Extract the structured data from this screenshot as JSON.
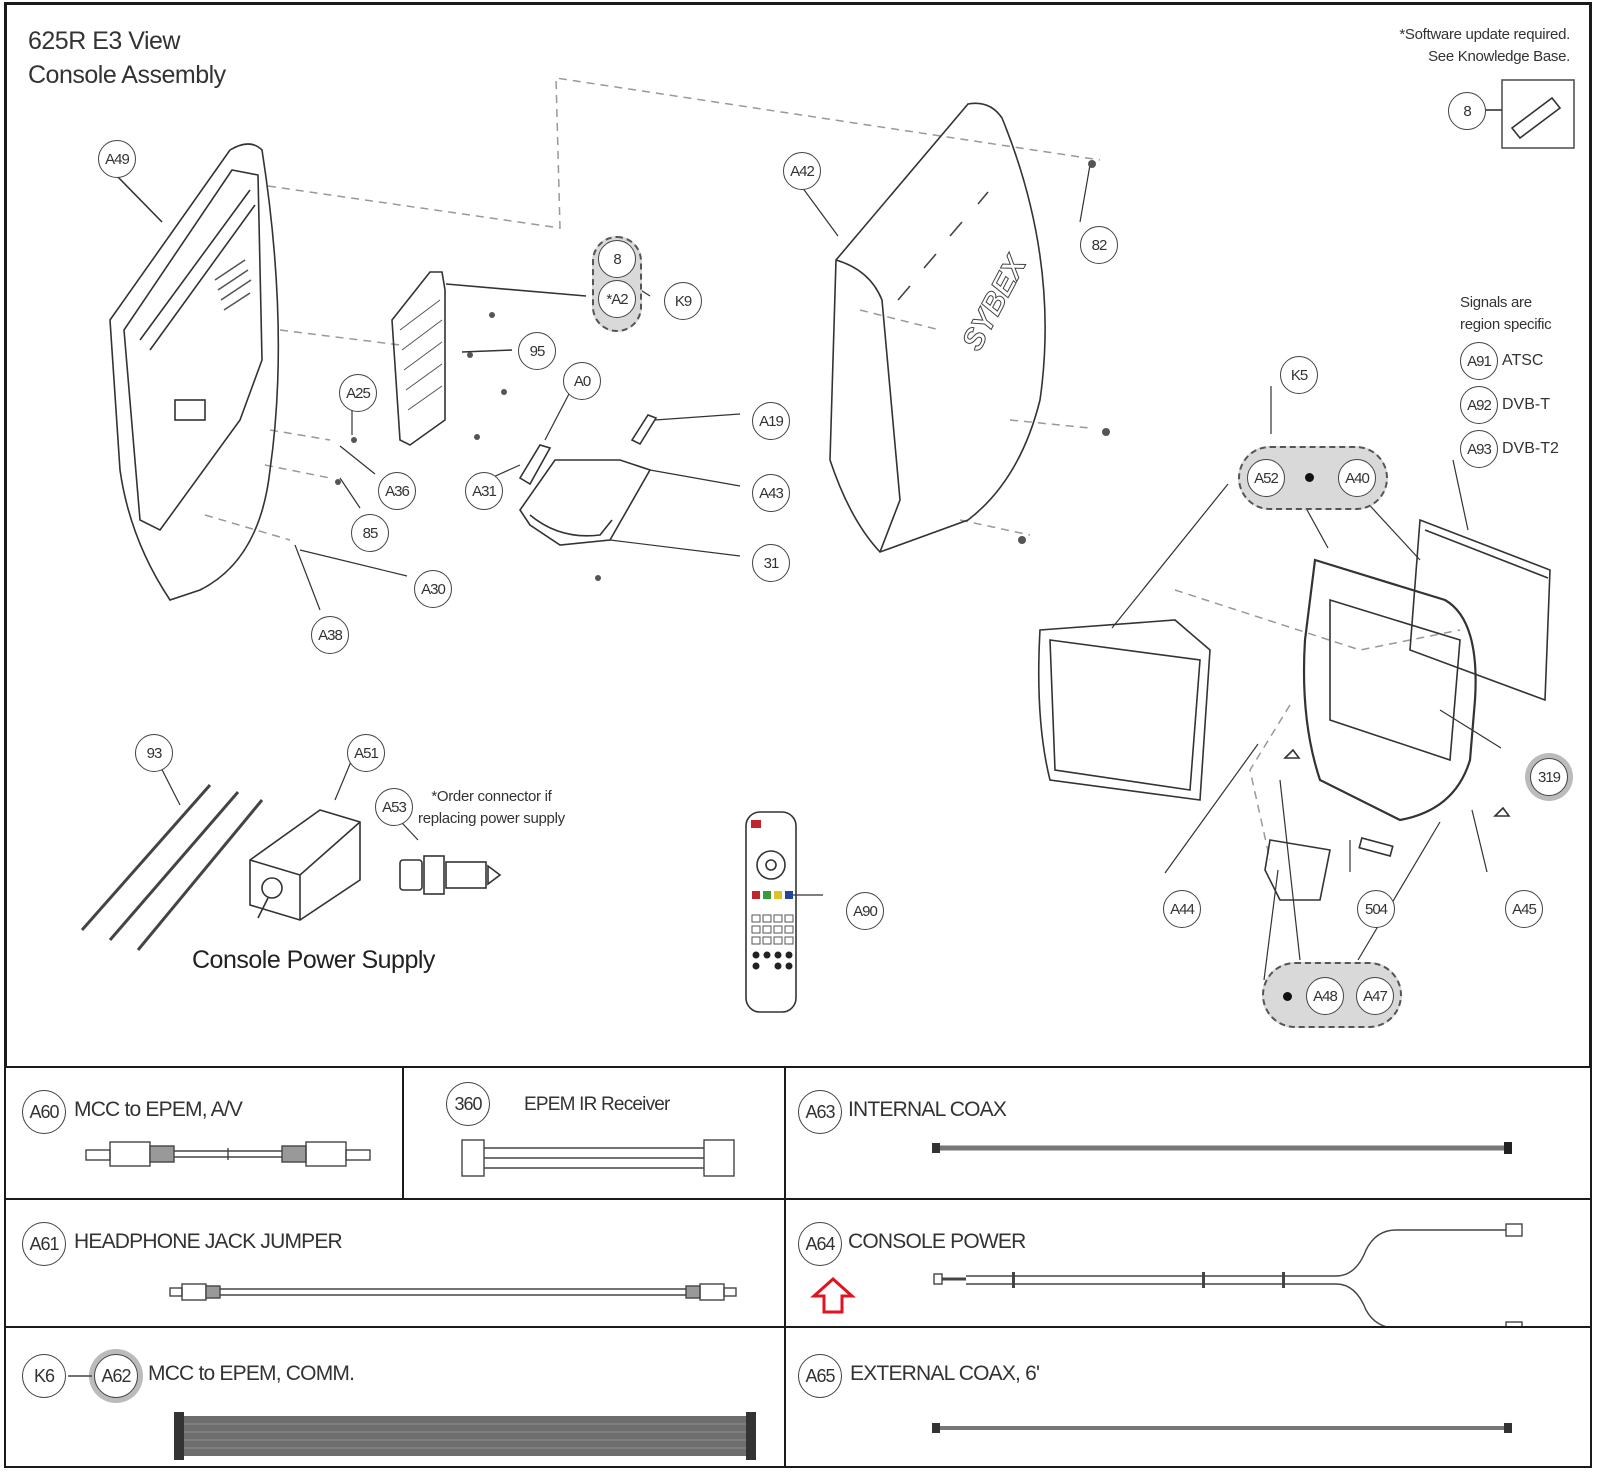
{
  "title": {
    "line1": "625R E3 View",
    "line2": "Console Assembly"
  },
  "notes": {
    "software_line1": "*Software update required.",
    "software_line2": "See Knowledge Base.",
    "signals_line1": "Signals are",
    "signals_line2": "region specific",
    "connector_line1": "*Order connector if",
    "connector_line2": "replacing power supply",
    "power_supply_label": "Console Power Supply"
  },
  "usb_callout": "8",
  "signals": [
    {
      "callout": "A91",
      "label": "ATSC"
    },
    {
      "callout": "A92",
      "label": "DVB-T"
    },
    {
      "callout": "A93",
      "label": "DVB-T2"
    }
  ],
  "callouts": {
    "A49": "A49",
    "A42": "A42",
    "82": "82",
    "8": "8",
    "A2": "*A2",
    "K9": "K9",
    "95": "95",
    "A0": "A0",
    "A19": "A19",
    "A25": "A25",
    "A36": "A36",
    "A31": "A31",
    "A43": "A43",
    "85": "85",
    "31": "31",
    "A30": "A30",
    "A38": "A38",
    "K5": "K5",
    "A52": "A52",
    "A40": "A40",
    "319": "319",
    "A44": "A44",
    "504": "504",
    "A45": "A45",
    "A48": "A48",
    "A47": "A47",
    "93": "93",
    "A51": "A51",
    "A53": "A53",
    "A90": "A90"
  },
  "brand_logo_text": "SYBEX",
  "cables": [
    {
      "callout": "A60",
      "label": "MCC to EPEM, A/V"
    },
    {
      "callout": "360",
      "label": "EPEM IR Receiver"
    },
    {
      "callout": "A63",
      "label": "INTERNAL COAX"
    },
    {
      "callout": "A61",
      "label": "HEADPHONE JACK JUMPER"
    },
    {
      "callout": "A64",
      "label": "CONSOLE POWER",
      "highlighted": true
    },
    {
      "kit": "K6",
      "callout": "A62",
      "label": "MCC to EPEM, COMM."
    },
    {
      "callout": "A65",
      "label": "EXTERNAL COAX, 6'"
    }
  ],
  "highlight_color": "#e0141e"
}
